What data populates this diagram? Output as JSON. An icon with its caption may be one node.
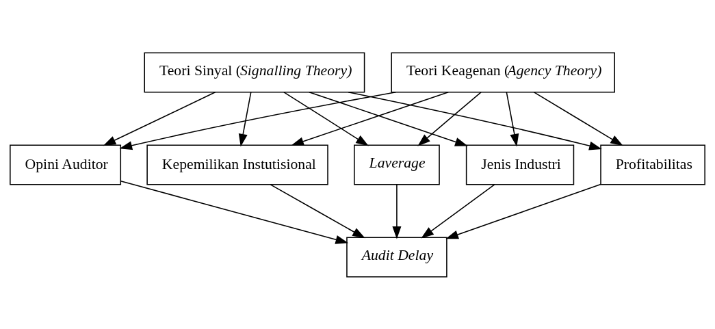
{
  "diagram": {
    "nodes": [
      {
        "text": [
          "Teori Sinyal (*Signalling Theory)*"
        ]
      },
      {
        "text": [
          "Teori Keagenan (*Agency Theory)*"
        ]
      },
      {
        "text": [
          "Profitabilitas"
        ]
      },
      {
        "text": [
          "Opini Auditor"
        ]
      },
      {
        "text": [
          "Kepemilikan Instutisional"
        ]
      },
      {
        "text": [
          "*Laverage*"
        ]
      },
      {
        "text": [
          "Jenis Industri"
        ]
      },
      {
        "text": [
          "*Audit Delay*"
        ]
      }
    ],
    "edges": [
      {
        "from": 0,
        "to": 2,
        "arrow": "to"
      },
      {
        "from": 0,
        "to": 3,
        "arrow": "to"
      },
      {
        "from": 0,
        "to": 4,
        "arrow": "to"
      },
      {
        "from": 0,
        "to": 5,
        "arrow": "to"
      },
      {
        "from": 0,
        "to": 6,
        "arrow": "to"
      },
      {
        "from": 1,
        "to": 2,
        "arrow": "to"
      },
      {
        "from": 1,
        "to": 3,
        "arrow": "to"
      },
      {
        "from": 1,
        "to": 4,
        "arrow": "to"
      },
      {
        "from": 1,
        "to": 5,
        "arrow": "to"
      },
      {
        "from": 1,
        "to": 6,
        "arrow": "to"
      },
      {
        "from": 2,
        "to": 7,
        "arrow": "to"
      },
      {
        "from": 3,
        "to": 7,
        "arrow": "to"
      },
      {
        "from": 4,
        "to": 7,
        "arrow": "to"
      },
      {
        "from": 5,
        "to": 7,
        "arrow": "to"
      },
      {
        "from": 6,
        "to": 7,
        "arrow": "to"
      }
    ]
  }
}
